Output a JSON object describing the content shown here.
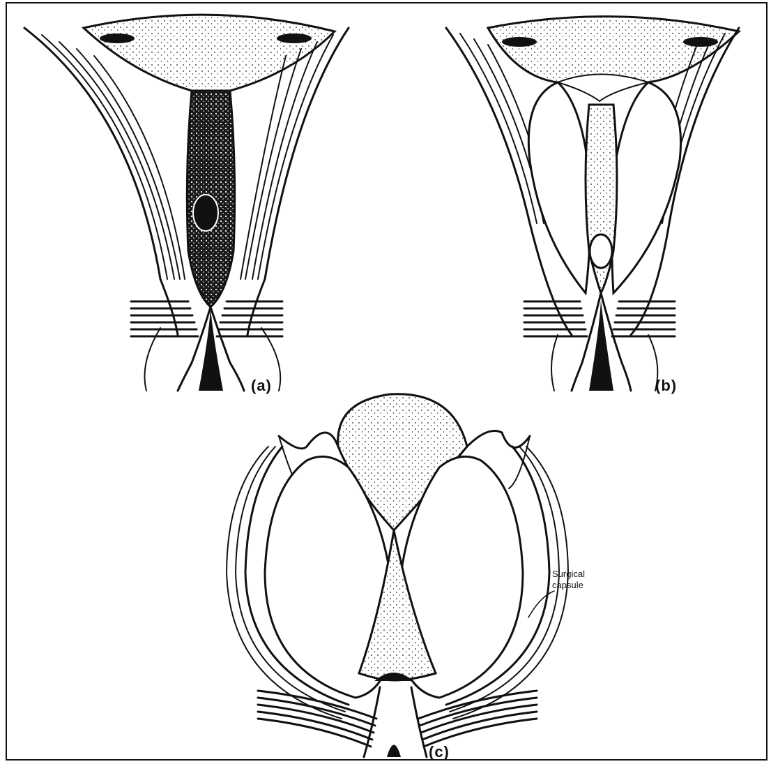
{
  "figure": {
    "panels": [
      {
        "id": "a",
        "label": "(a)"
      },
      {
        "id": "b",
        "label": "(b)"
      },
      {
        "id": "c",
        "label": "(c)"
      }
    ],
    "annotations": {
      "capsule_line1": "Surgical",
      "capsule_line2": "capsule"
    },
    "colors": {
      "ink": "#111111",
      "paper": "#ffffff"
    }
  }
}
